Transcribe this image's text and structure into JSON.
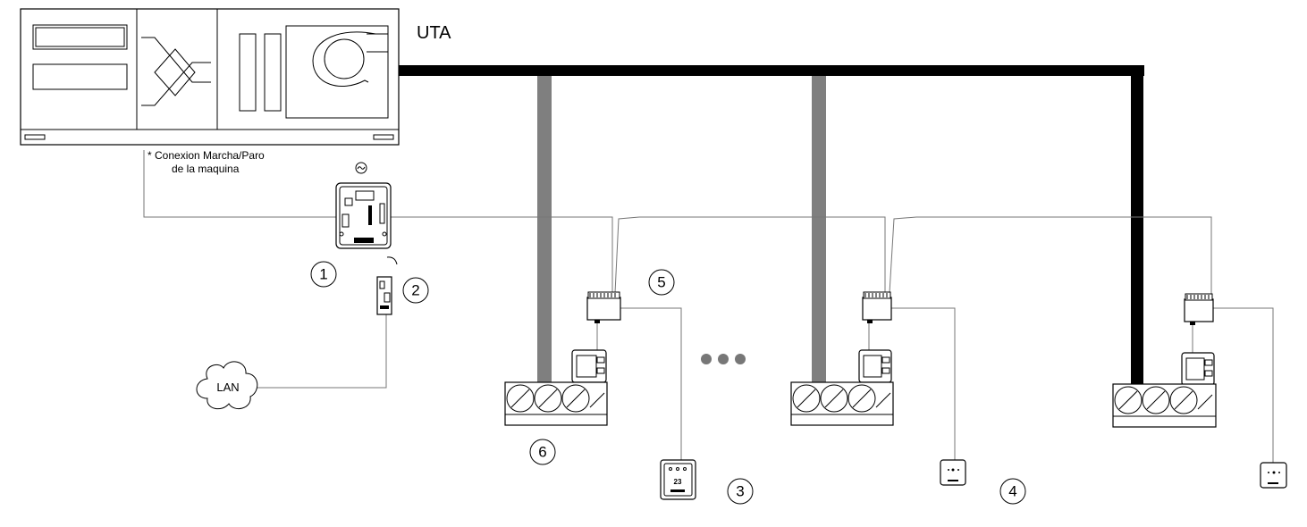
{
  "diagram": {
    "ahu_label": "UTA",
    "note_line1": "* Conexion Marcha/Paro",
    "note_line2": "de la maquina",
    "network_label": "LAN",
    "callouts": [
      "1",
      "2",
      "3",
      "4",
      "5",
      "6"
    ],
    "thermostat_temperature": "23",
    "colors": {
      "main_duct": "#000000",
      "branch_duct": "#7f7f7f",
      "wiring": "#777777",
      "dots": "#777777"
    },
    "icons": [
      "power-supply-icon",
      "ahu-unit-icon",
      "main-controller-icon",
      "network-cloud-icon",
      "zone-module-icon",
      "damper-icon",
      "thermostat-icon"
    ]
  }
}
